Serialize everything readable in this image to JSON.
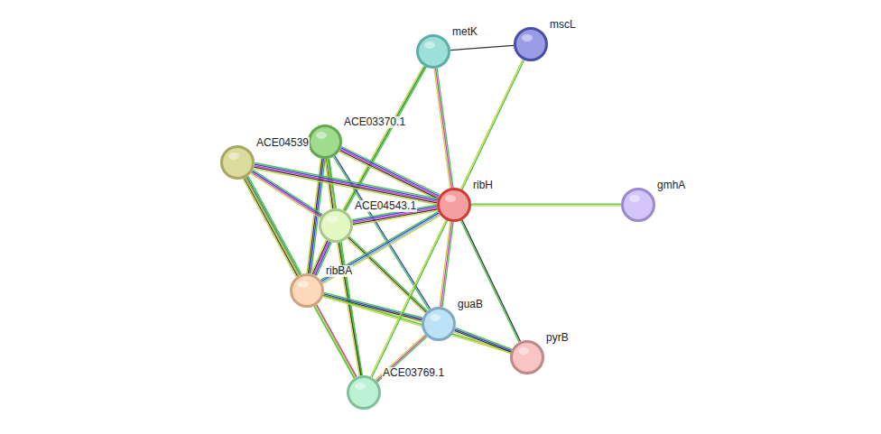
{
  "diagram": {
    "nodes": [
      {
        "text": [
          "metK"
        ]
      },
      {
        "text": [
          "mscL"
        ]
      },
      {
        "text": [
          "ACE03370.1"
        ]
      },
      {
        "text": [
          "ACE04539"
        ]
      },
      {
        "text": [
          "ribH"
        ]
      },
      {
        "text": [
          "gmhA"
        ]
      },
      {
        "text": [
          "ACE04543.1"
        ]
      },
      {
        "text": [
          "ribBA"
        ]
      },
      {
        "text": [
          "guaB"
        ]
      },
      {
        "text": [
          "pyrB"
        ]
      },
      {
        "text": [
          "ACE03769.1"
        ]
      }
    ],
    "edges": [
      {
        "from": 0,
        "to": 1,
        "arrow": "none"
      },
      {
        "from": 0,
        "to": 4,
        "arrow": "none"
      },
      {
        "from": 1,
        "to": 4,
        "arrow": "none"
      },
      {
        "from": 0,
        "to": 6,
        "arrow": "none"
      },
      {
        "from": 4,
        "to": 5,
        "arrow": "none"
      },
      {
        "from": 2,
        "to": 4,
        "arrow": "none"
      },
      {
        "from": 2,
        "to": 6,
        "arrow": "none"
      },
      {
        "from": 2,
        "to": 7,
        "arrow": "none"
      },
      {
        "from": 2,
        "to": 8,
        "arrow": "none"
      },
      {
        "from": 2,
        "to": 10,
        "arrow": "none"
      },
      {
        "from": 3,
        "to": 4,
        "arrow": "none"
      },
      {
        "from": 3,
        "to": 6,
        "arrow": "none"
      },
      {
        "from": 3,
        "to": 7,
        "arrow": "none"
      },
      {
        "from": 3,
        "to": 10,
        "arrow": "none"
      },
      {
        "from": 6,
        "to": 4,
        "arrow": "none"
      },
      {
        "from": 6,
        "to": 7,
        "arrow": "none"
      },
      {
        "from": 6,
        "to": 8,
        "arrow": "none"
      },
      {
        "from": 6,
        "to": 10,
        "arrow": "none"
      },
      {
        "from": 7,
        "to": 4,
        "arrow": "none"
      },
      {
        "from": 7,
        "to": 8,
        "arrow": "none"
      },
      {
        "from": 7,
        "to": 9,
        "arrow": "none"
      },
      {
        "from": 7,
        "to": 10,
        "arrow": "none"
      },
      {
        "from": 4,
        "to": 8,
        "arrow": "none"
      },
      {
        "from": 4,
        "to": 9,
        "arrow": "none"
      },
      {
        "from": 4,
        "to": 10,
        "arrow": "none"
      },
      {
        "from": 8,
        "to": 9,
        "arrow": "none"
      },
      {
        "from": 8,
        "to": 10,
        "arrow": "none"
      }
    ]
  }
}
